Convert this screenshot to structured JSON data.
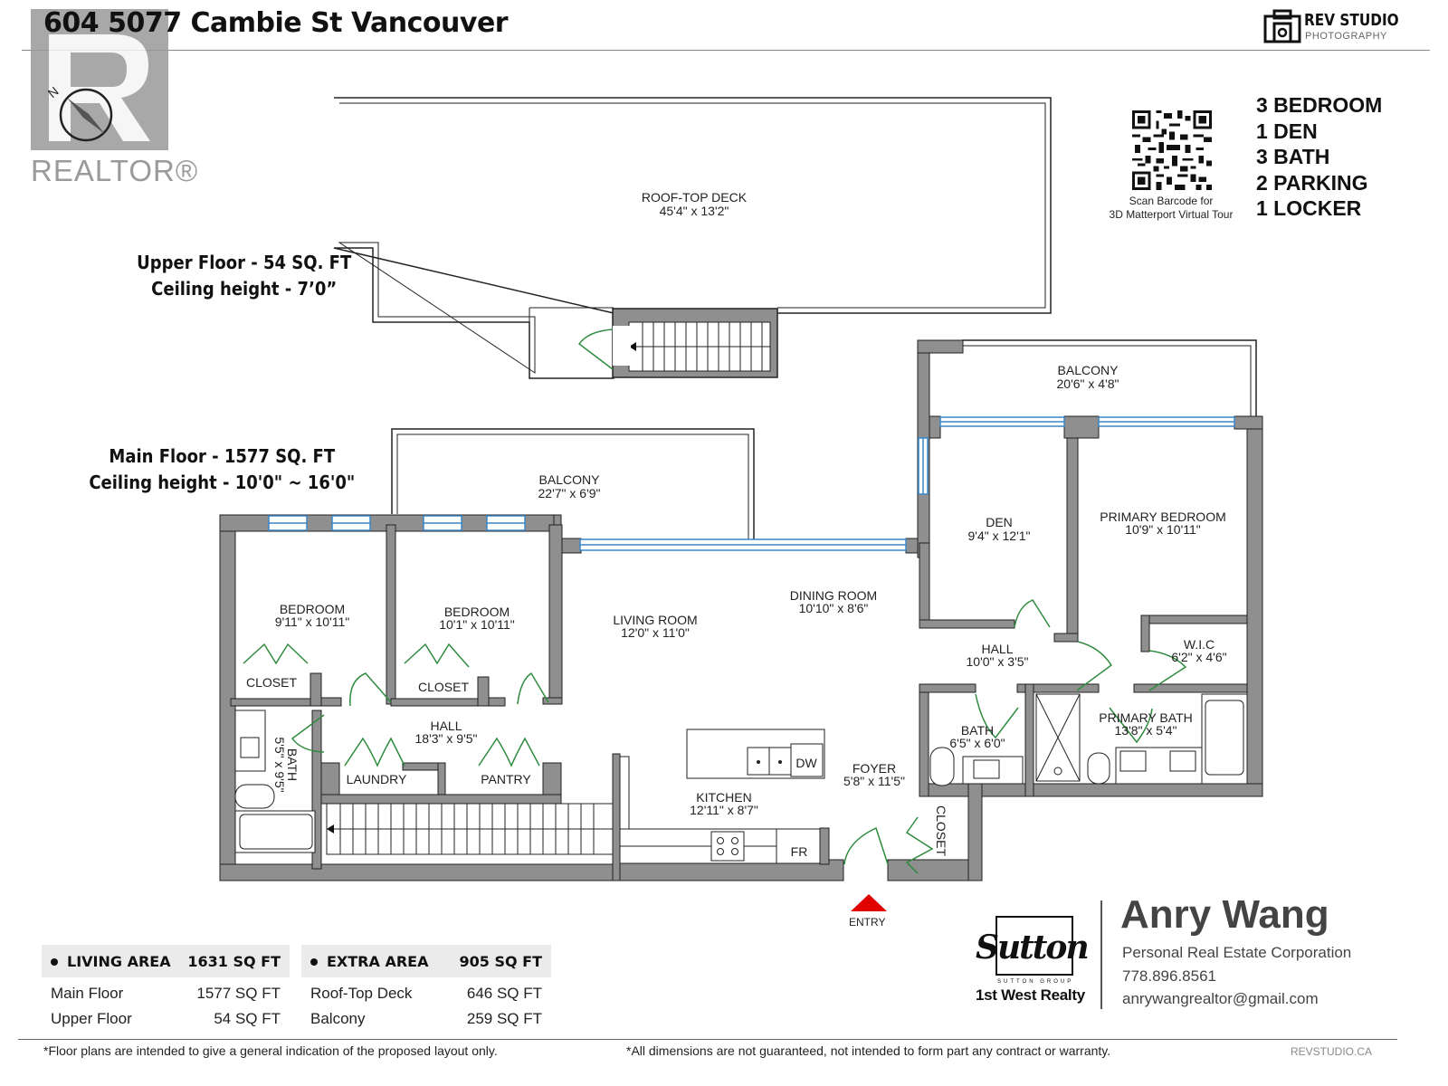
{
  "header": {
    "title": "604 5077 Cambie St Vancouver",
    "realtor_logo": "REALTOR®",
    "photo_studio": {
      "name": "REV STUDIO",
      "subtitle": "PHOTOGRAPHY"
    }
  },
  "qr": {
    "caption_line1": "Scan Barcode for",
    "caption_line2": "3D Matterport Virtual Tour"
  },
  "features": [
    "3 BEDROOM",
    "1 DEN",
    "3 BATH",
    "2 PARKING",
    "1 LOCKER"
  ],
  "floors": {
    "upper": {
      "line1": "Upper Floor - 54 SQ. FT",
      "line2": "Ceiling height - 7’0”"
    },
    "main": {
      "line1": "Main Floor - 1577 SQ. FT",
      "line2": "Ceiling height - 10'0\" ~ 16'0\""
    }
  },
  "rooms": {
    "roof_deck": {
      "name": "ROOF-TOP DECK",
      "dim": "45'4\" x 13'2\""
    },
    "balcony_main": {
      "name": "BALCONY",
      "dim": "22'7\" x 6'9\""
    },
    "balcony_east": {
      "name": "BALCONY",
      "dim": "20'6\" x 4'8\""
    },
    "bedroom1": {
      "name": "BEDROOM",
      "dim": "9'11\" x 10'11\""
    },
    "bedroom2": {
      "name": "BEDROOM",
      "dim": "10'1\" x 10'11\""
    },
    "closet1": {
      "name": "CLOSET"
    },
    "closet2": {
      "name": "CLOSET"
    },
    "closet_foyer": {
      "name": "CLOSET"
    },
    "hall_west": {
      "name": "HALL",
      "dim": "18'3\" x 9'5\""
    },
    "bath_west": {
      "name": "BATH",
      "dim": "5'5\" x 9'5\""
    },
    "laundry": {
      "name": "LAUNDRY"
    },
    "pantry": {
      "name": "PANTRY"
    },
    "living": {
      "name": "LIVING ROOM",
      "dim": "12'0\" x 11'0\""
    },
    "dining": {
      "name": "DINING ROOM",
      "dim": "10'10\" x 8'6\""
    },
    "kitchen": {
      "name": "KITCHEN",
      "dim": "12'11\" x 8'7\""
    },
    "foyer": {
      "name": "FOYER",
      "dim": "5'8\" x 11'5\""
    },
    "den": {
      "name": "DEN",
      "dim": "9'4\" x 12'1\""
    },
    "primary_bedroom": {
      "name": "PRIMARY BEDROOM",
      "dim": "10'9\" x 10'11\""
    },
    "hall_east": {
      "name": "HALL",
      "dim": "10'0\" x 3'5\""
    },
    "wic": {
      "name": "W.I.C",
      "dim": "6'2\" x 4'6\""
    },
    "bath_east": {
      "name": "BATH",
      "dim": "6'5\" x 6'0\""
    },
    "primary_bath": {
      "name": "PRIMARY BATH",
      "dim": "13'8\" x 5'4\""
    }
  },
  "appliances": {
    "dishwasher": "DW",
    "fridge": "FR"
  },
  "entry": {
    "label": "ENTRY",
    "color": "#e00000"
  },
  "areas": {
    "living": {
      "label": "LIVING AREA",
      "total": "1631 SQ FT",
      "rows": [
        {
          "label": "Main Floor",
          "value": "1577 SQ FT"
        },
        {
          "label": "Upper Floor",
          "value": "54 SQ FT"
        }
      ]
    },
    "extra": {
      "label": "EXTRA AREA",
      "total": "905 SQ FT",
      "rows": [
        {
          "label": "Roof-Top Deck",
          "value": "646 SQ FT"
        },
        {
          "label": "Balcony",
          "value": "259 SQ FT"
        }
      ]
    }
  },
  "agent": {
    "name": "Anry Wang",
    "title": "Personal Real Estate Corporation",
    "phone": "778.896.8561",
    "email": "anrywangrealtor@gmail.com",
    "brokerage_script": "Sutton",
    "brokerage_group": "SUTTON GROUP",
    "brokerage_name": "1st West Realty"
  },
  "footer": {
    "disclaimer_left": "*Floor plans are intended to give a general indication of the proposed layout only.",
    "disclaimer_right": "*All dimensions are not guaranteed, not intended to form part any contract or warranty.",
    "site": "REVSTUDIO.CA"
  },
  "colors": {
    "wall": "#8f8f8f",
    "window": "#3a86c8",
    "door": "#2e8b3e",
    "entry": "#e00000"
  }
}
